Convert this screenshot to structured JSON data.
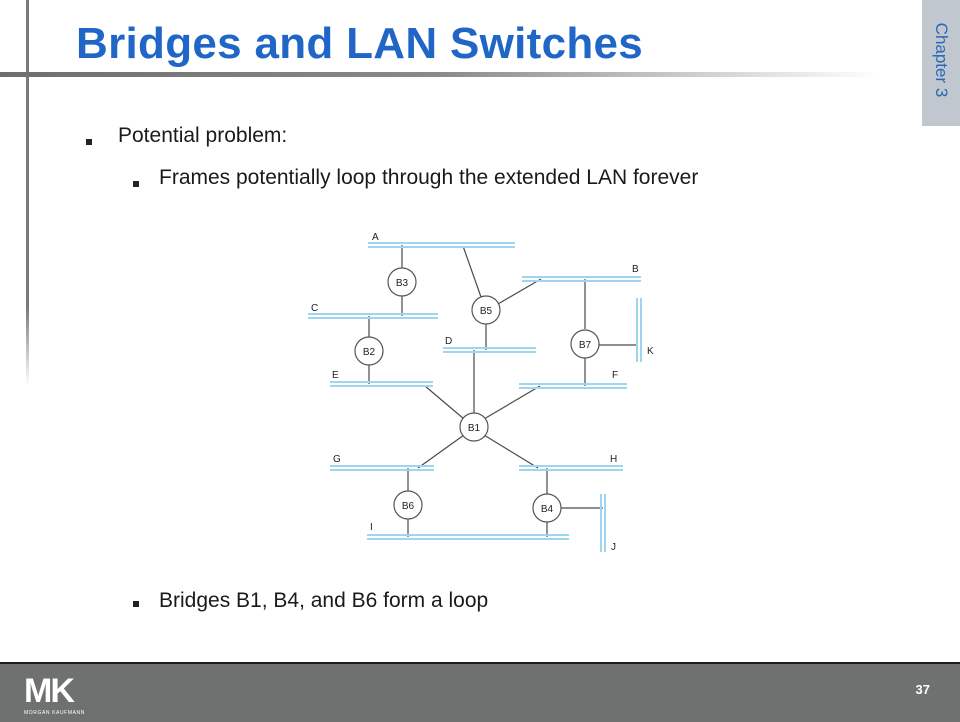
{
  "slide": {
    "title": "Bridges and LAN Switches",
    "chapter_tab": "Chapter 3",
    "bullets": [
      {
        "text": "Potential problem:",
        "level": 1
      },
      {
        "text": "Frames potentially loop through the extended LAN forever",
        "level": 2
      },
      {
        "text": "Bridges B1, B4, and B6 form a loop",
        "level": 2
      }
    ],
    "page_number": "37",
    "logo": {
      "main": "MK",
      "sub": "MORGAN KAUFMANN"
    }
  },
  "diagram": {
    "lan_labels": {
      "A": "A",
      "B": "B",
      "C": "C",
      "D": "D",
      "E": "E",
      "F": "F",
      "G": "G",
      "H": "H",
      "I": "I",
      "J": "J",
      "K": "K"
    },
    "bridge_labels": {
      "B1": "B1",
      "B2": "B2",
      "B3": "B3",
      "B4": "B4",
      "B5": "B5",
      "B6": "B6",
      "B7": "B7"
    },
    "connections": [
      [
        "B3",
        "A"
      ],
      [
        "B3",
        "C"
      ],
      [
        "B5",
        "A"
      ],
      [
        "B5",
        "B"
      ],
      [
        "B5",
        "D"
      ],
      [
        "B7",
        "B"
      ],
      [
        "B7",
        "F"
      ],
      [
        "B7",
        "K"
      ],
      [
        "B2",
        "C"
      ],
      [
        "B2",
        "E"
      ],
      [
        "B1",
        "D"
      ],
      [
        "B1",
        "E"
      ],
      [
        "B1",
        "F"
      ],
      [
        "B1",
        "G"
      ],
      [
        "B1",
        "H"
      ],
      [
        "B6",
        "G"
      ],
      [
        "B6",
        "I"
      ],
      [
        "B4",
        "H"
      ],
      [
        "B4",
        "I"
      ],
      [
        "B4",
        "J"
      ]
    ],
    "colors": {
      "lan": "#9fd6ee",
      "line": "#4a4a4a",
      "bridge_stroke": "#555555",
      "bridge_fill": "#ffffff"
    }
  }
}
